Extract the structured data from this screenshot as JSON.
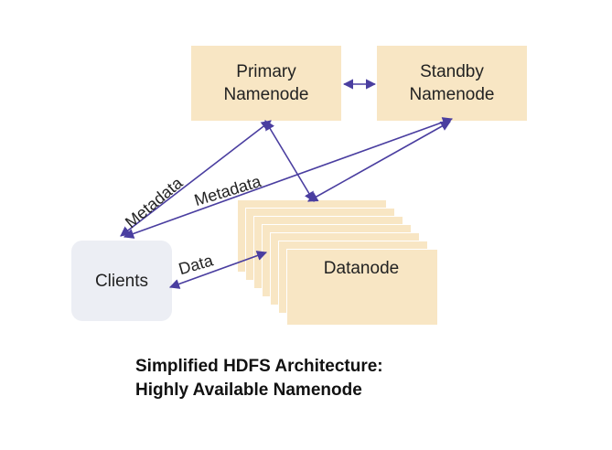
{
  "nodes": {
    "primary": {
      "line1": "Primary",
      "line2": "Namenode"
    },
    "standby": {
      "line1": "Standby",
      "line2": "Namenode"
    },
    "datanode": "Datanode",
    "clients": "Clients"
  },
  "edges": {
    "metadata_primary": "Metadata",
    "metadata_standby": "Metadata",
    "data": "Data"
  },
  "caption": {
    "line1": "Simplified HDFS Architecture:",
    "line2": "Highly Available Namenode"
  },
  "colors": {
    "box": "#f8e6c4",
    "clients_box": "#eceef4",
    "arrow": "#4a3ea0"
  }
}
